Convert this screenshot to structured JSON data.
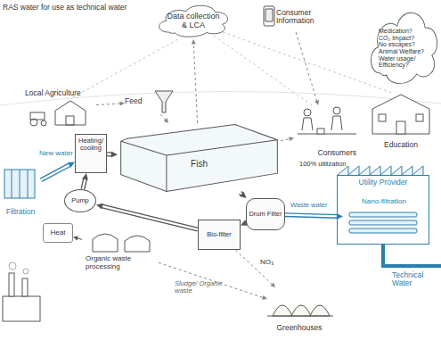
{
  "diagram": {
    "title": "RAS water for use as technical water",
    "nodes": [
      {
        "text": [
          "Data collection & LCA"
        ]
      },
      {
        "text": [
          "Consumer Information"
        ]
      },
      {
        "text": [
          "Medication?",
          "CO₂ Impact?",
          "No escapes?",
          "Animal Welfare?",
          "Water usage/ Efficiency?"
        ]
      },
      {
        "text": [
          "Local Agriculture"
        ]
      },
      {
        "text": [
          "Feed"
        ]
      },
      {
        "text": [
          "Fish"
        ]
      },
      {
        "text": [
          "Heating/ cooling"
        ]
      },
      {
        "text": [
          "Filtration"
        ]
      },
      {
        "text": [
          "Pump"
        ]
      },
      {
        "text": [
          "Heat"
        ]
      },
      {
        "text": [
          "Organic waste processing"
        ]
      },
      {
        "text": [
          "Drum Filter"
        ]
      },
      {
        "text": [
          "Bio-filter"
        ]
      },
      {
        "text": [
          "Utility Provider"
        ]
      },
      {
        "text": [
          "Nano-filtration"
        ],
        "in": 13
      },
      {
        "text": [
          "Consumers"
        ]
      },
      {
        "text": [
          "Education"
        ]
      },
      {
        "text": [
          "Greenhouses"
        ]
      }
    ],
    "edges": [
      {
        "from": 7,
        "to": 6,
        "label": "New water",
        "arrow": "to"
      },
      {
        "from": 6,
        "to": 5,
        "arrow": "to"
      },
      {
        "from": 3,
        "to": 4,
        "arrow": "to"
      },
      {
        "from": 4,
        "to": 5,
        "arrow": "to"
      },
      {
        "from": 5,
        "to": 11,
        "arrow": "to"
      },
      {
        "from": 11,
        "to": 12,
        "arrow": "to"
      },
      {
        "from": 12,
        "to": 8,
        "arrow": "to"
      },
      {
        "from": 8,
        "to": 6,
        "arrow": "to"
      },
      {
        "from": 10,
        "to": 9,
        "arrow": "to"
      },
      {
        "from": 11,
        "to": 14,
        "label": "Waste water",
        "arrow": "to"
      },
      {
        "from": 12,
        "to": 17,
        "label": "NO₃",
        "arrow": "to"
      },
      {
        "from": 10,
        "to": 17,
        "label": "Sludge/ Organic waste",
        "arrow": "to"
      },
      {
        "from": 5,
        "to": 15,
        "arrow": "to"
      },
      {
        "from": 5,
        "to": 0,
        "arrow": "to"
      },
      {
        "from": 1,
        "to": 15,
        "arrow": "to"
      }
    ],
    "labels": [
      "100% utilization",
      "Technical Water"
    ]
  }
}
